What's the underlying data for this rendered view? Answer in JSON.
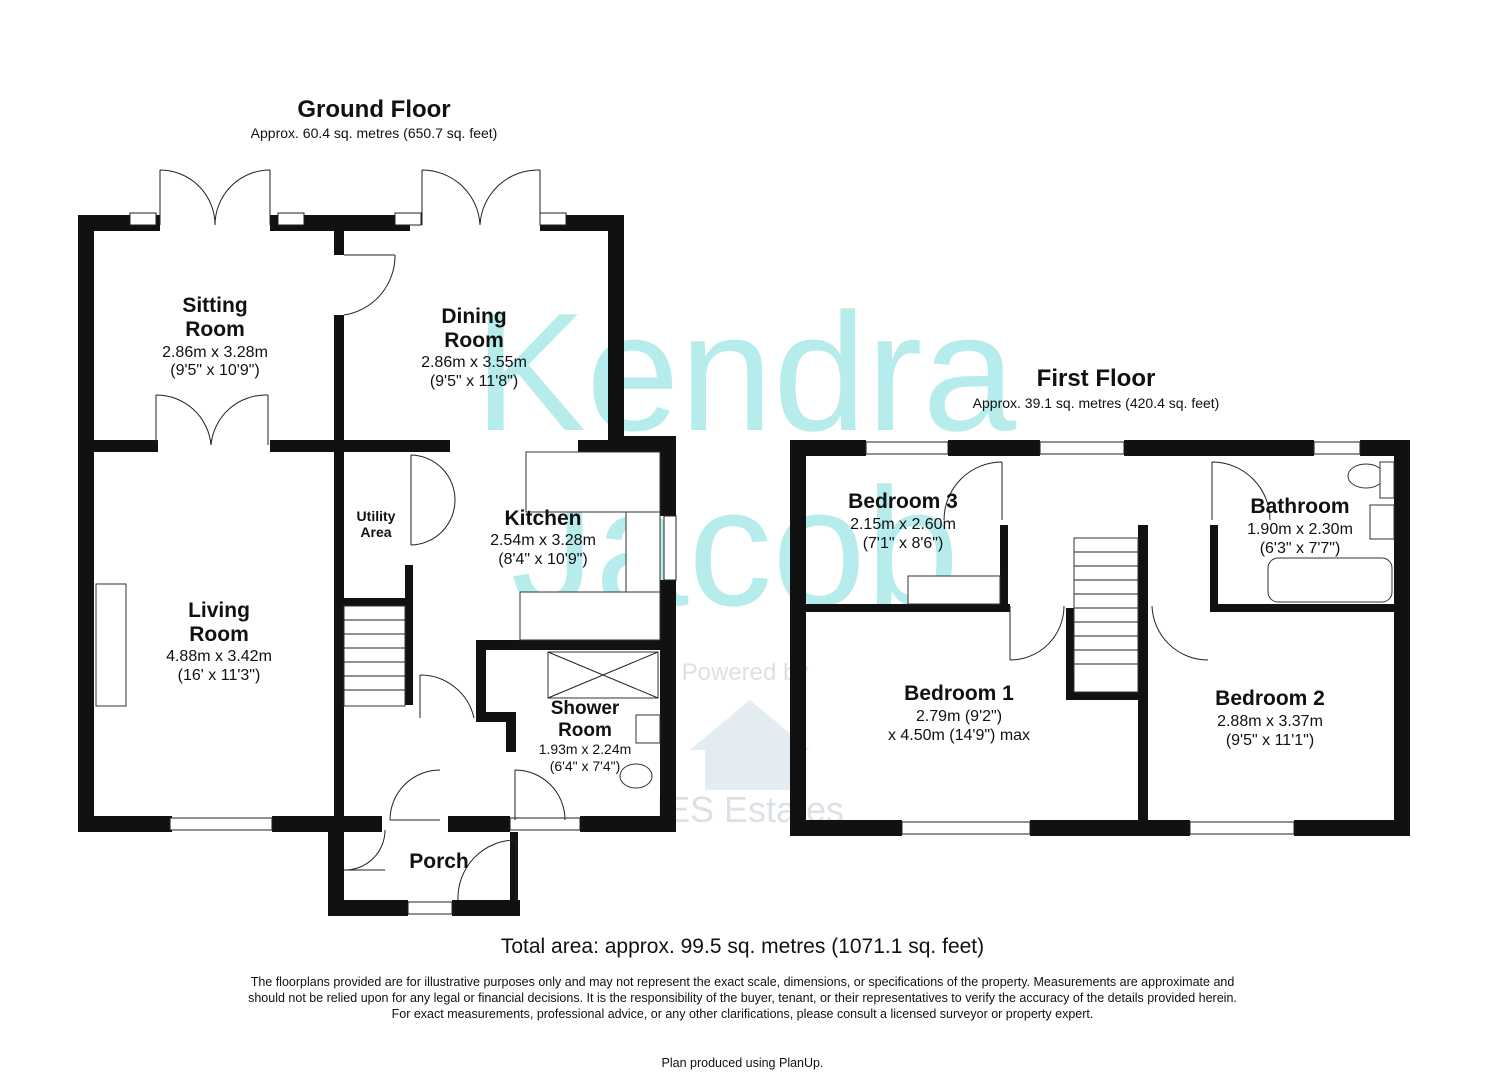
{
  "watermark": {
    "brand_line1": "Kendra",
    "brand_line2": "Jacob",
    "powered_by": "Powered by",
    "partner": "IES Estates"
  },
  "ground_floor": {
    "title": "Ground Floor",
    "area": "Approx. 60.4 sq. metres (650.7 sq. feet)",
    "rooms": {
      "sitting": {
        "name1": "Sitting",
        "name2": "Room",
        "dim1": "2.86m x 3.28m",
        "dim2": "(9'5\" x 10'9\")"
      },
      "dining": {
        "name1": "Dining",
        "name2": "Room",
        "dim1": "2.86m x 3.55m",
        "dim2": "(9'5\" x 11'8\")"
      },
      "utility": {
        "name1": "Utility",
        "name2": "Area"
      },
      "kitchen": {
        "name1": "Kitchen",
        "dim1": "2.54m x 3.28m",
        "dim2": "(8'4\" x 10'9\")"
      },
      "living": {
        "name1": "Living",
        "name2": "Room",
        "dim1": "4.88m x 3.42m",
        "dim2": "(16' x 11'3\")"
      },
      "shower": {
        "name1": "Shower",
        "name2": "Room",
        "dim1": "1.93m x 2.24m",
        "dim2": "(6'4\" x 7'4\")"
      },
      "porch": {
        "name1": "Porch"
      }
    }
  },
  "first_floor": {
    "title": "First Floor",
    "area": "Approx. 39.1 sq. metres (420.4 sq. feet)",
    "rooms": {
      "bedroom3": {
        "name1": "Bedroom 3",
        "dim1": "2.15m x 2.60m",
        "dim2": "(7'1\" x 8'6\")"
      },
      "bathroom": {
        "name1": "Bathroom",
        "dim1": "1.90m x 2.30m",
        "dim2": "(6'3\" x 7'7\")"
      },
      "bedroom1": {
        "name1": "Bedroom 1",
        "dim1": "2.79m (9'2\")",
        "dim2": "x 4.50m (14'9\") max"
      },
      "bedroom2": {
        "name1": "Bedroom 2",
        "dim1": "2.88m x 3.37m",
        "dim2": "(9'5\" x 11'1\")"
      }
    }
  },
  "total_area": "Total area: approx. 99.5 sq. metres (1071.1 sq. feet)",
  "disclaimer": "The floorplans provided are for illustrative purposes only and may not represent the exact scale, dimensions, or specifications of the property. Measurements are approximate and should not be relied upon for any legal or financial decisions. It is the responsibility of the buyer, tenant, or their representatives to verify the accuracy of the details provided herein.  For exact measurements, professional advice, or any other clarifications, please consult a licensed surveyor or property expert.",
  "produced_by": "Plan produced using PlanUp.",
  "colors": {
    "wall": "#111111",
    "watermark": "#5ed6d6"
  }
}
